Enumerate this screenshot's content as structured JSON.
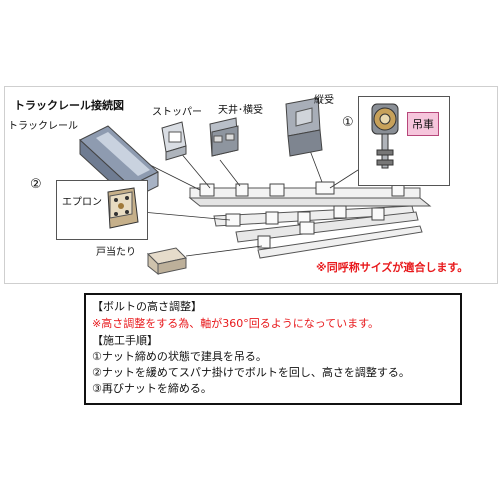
{
  "diagram": {
    "title": "トラックレール接続図",
    "labels": {
      "track_rail": "トラックレール",
      "stopper": "ストッパー",
      "ceiling_side": "天井･横受",
      "vertical": "縦受",
      "apron": "エプロン",
      "door_stop": "戸当たり",
      "hanger": "吊車"
    },
    "markers": {
      "one": "①",
      "two": "②"
    },
    "note": "※同呼称サイズが適合します。"
  },
  "notes": {
    "heading": "【ボルトの高さ調整】",
    "red_line": "※高さ調整をする為、軸が360°回るようになっています。",
    "procedure_heading": "【施工手順】",
    "steps": [
      "①ナット締めの状態で建具を吊る。",
      "②ナットを緩めてスパナ掛けでボルトを回し、高さを調整する。",
      "③再びナットを締める。"
    ]
  },
  "colors": {
    "accent_red": "#e8191c",
    "hanger_tag": "#f6c6dc",
    "metal": "#9aa4b0"
  }
}
